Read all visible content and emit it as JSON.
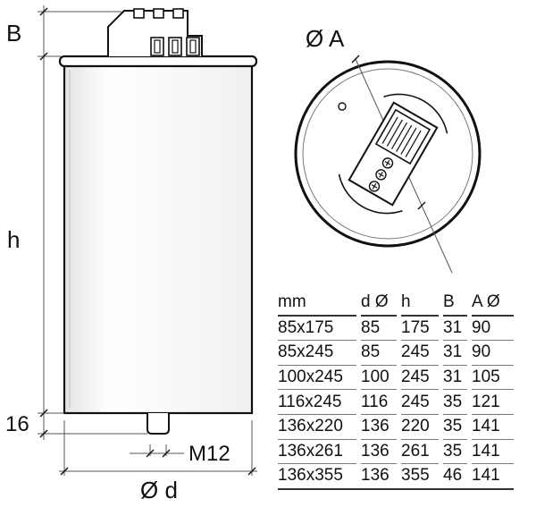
{
  "labels": {
    "B": "B",
    "h": "h",
    "bottom_dim": "16",
    "thread": "M12",
    "diameter_d": "Ø d",
    "diameter_A": "Ø A"
  },
  "table": {
    "headers": [
      "mm",
      "d Ø",
      "h",
      "B",
      "A Ø"
    ],
    "rows": [
      [
        "85x175",
        "85",
        "175",
        "31",
        "90"
      ],
      [
        "85x245",
        "85",
        "245",
        "31",
        "90"
      ],
      [
        "100x245",
        "100",
        "245",
        "31",
        "105"
      ],
      [
        "116x245",
        "116",
        "245",
        "35",
        "121"
      ],
      [
        "136x220",
        "136",
        "220",
        "35",
        "141"
      ],
      [
        "136x261",
        "136",
        "261",
        "35",
        "141"
      ],
      [
        "136x355",
        "136",
        "355",
        "46",
        "141"
      ]
    ]
  }
}
